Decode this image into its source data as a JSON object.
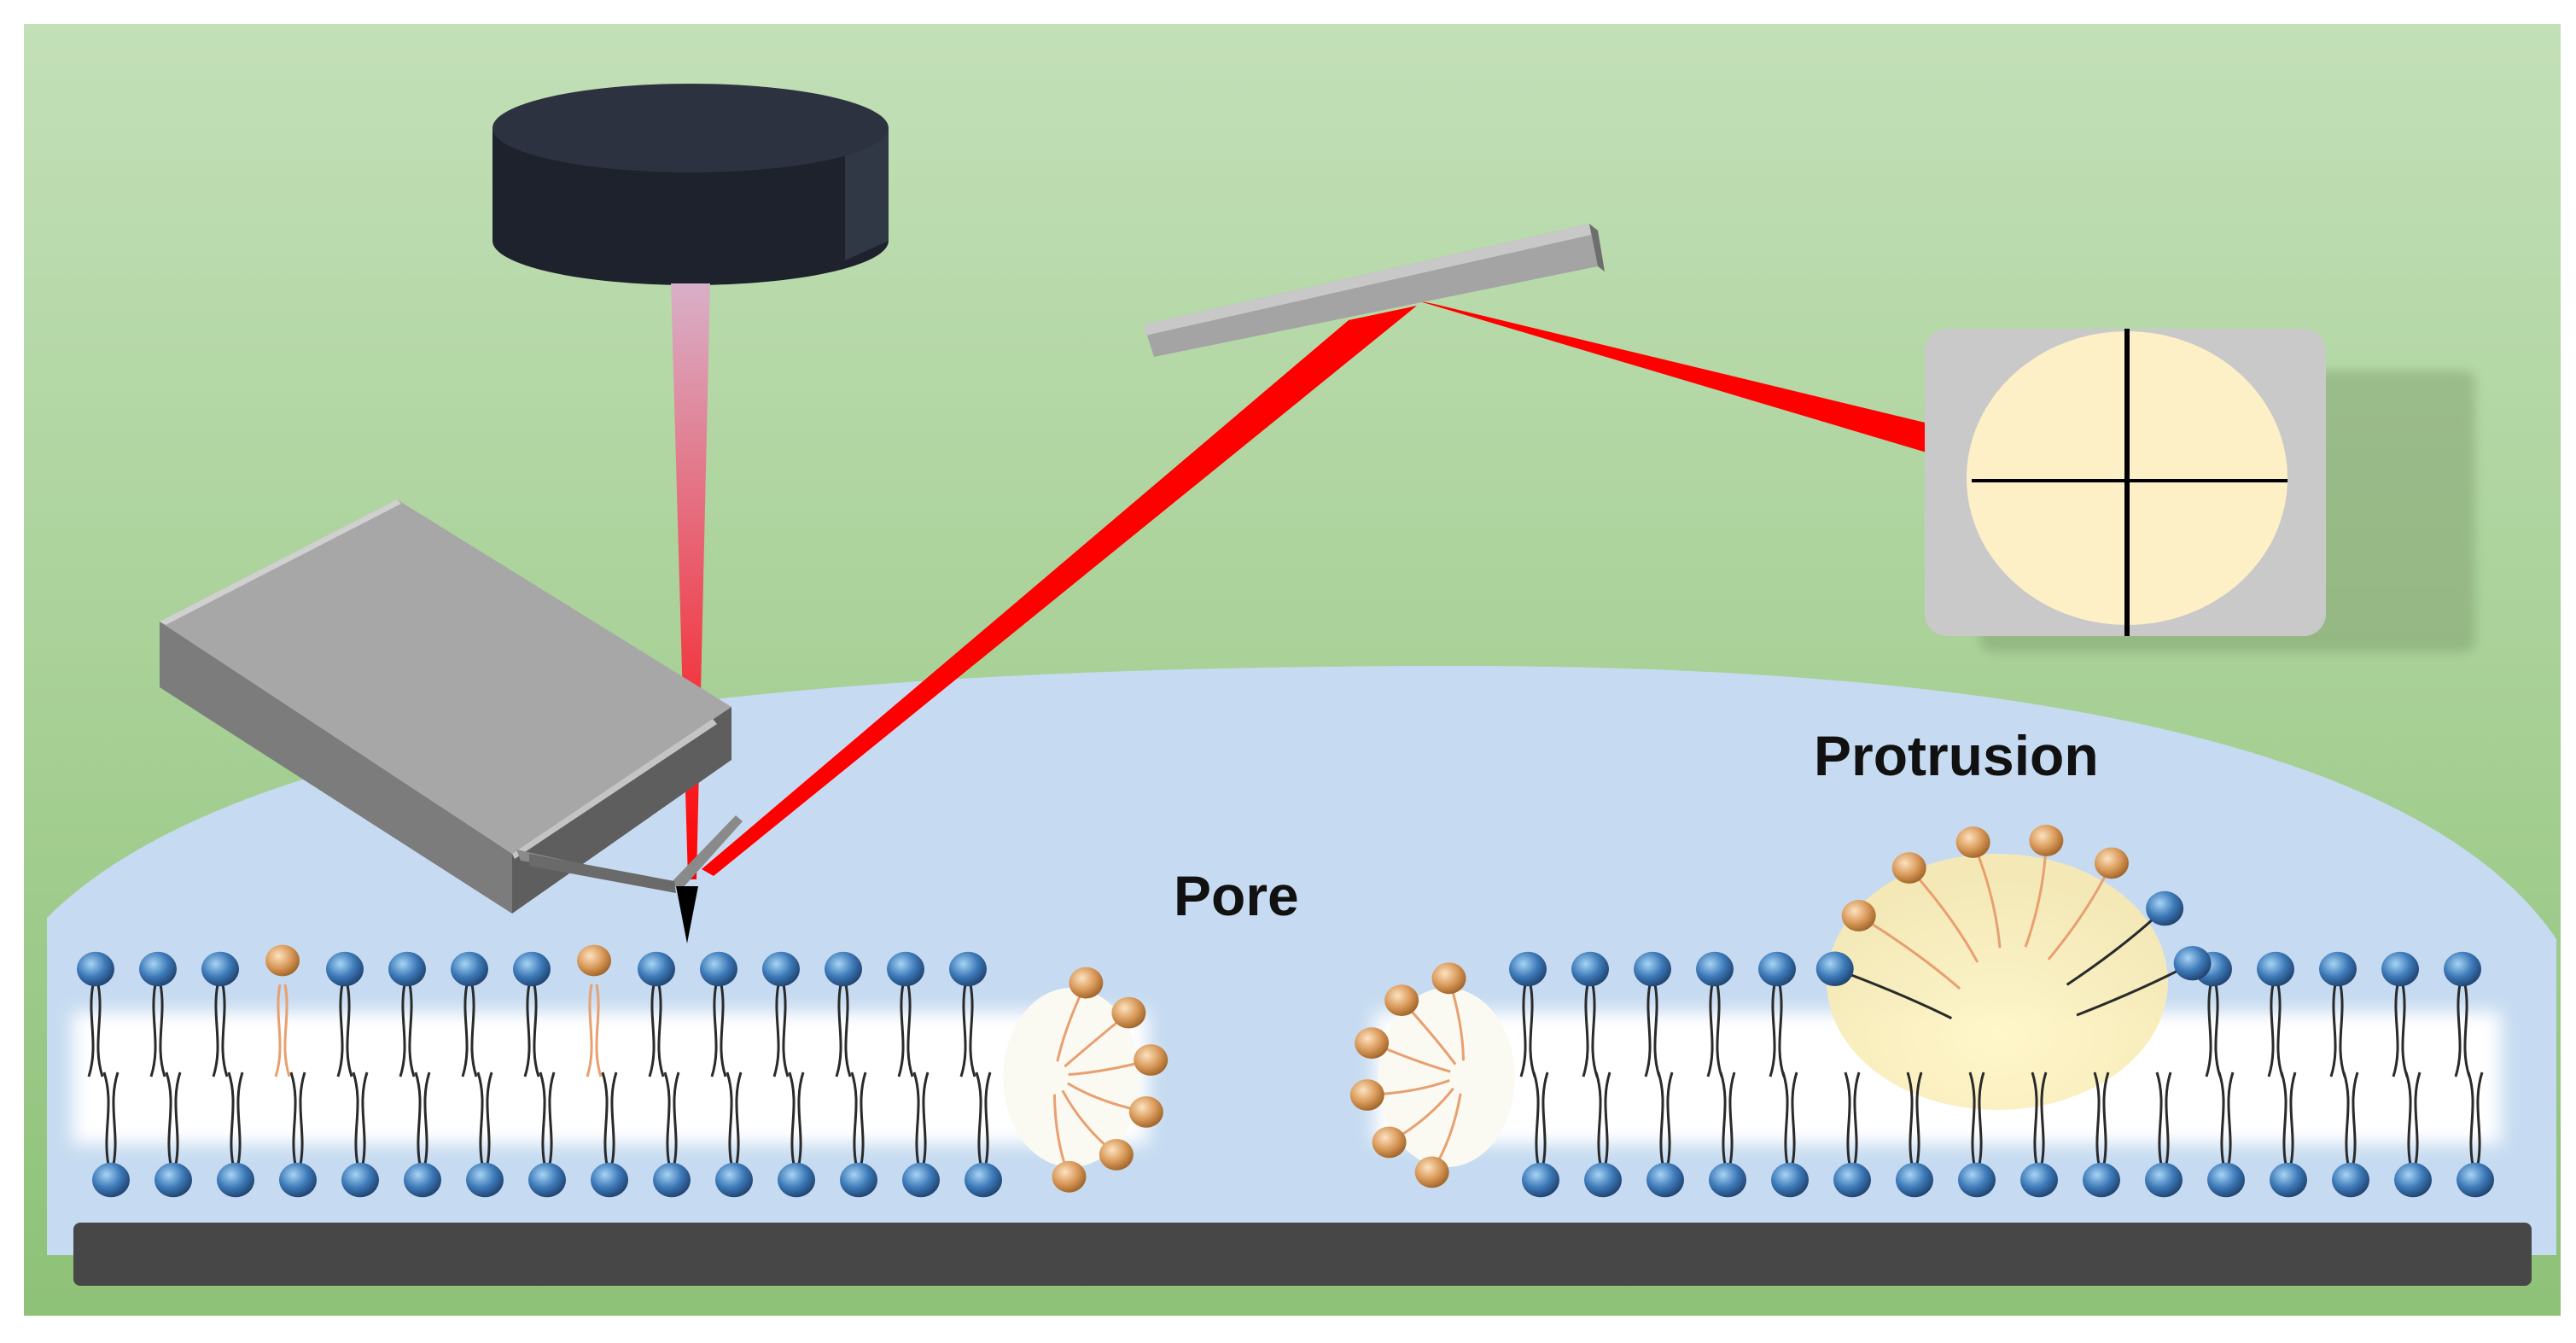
{
  "labels": {
    "pore": "Pore",
    "protrusion": "Protrusion"
  },
  "colors": {
    "background_top": "#bcdcb0",
    "background_bottom": "#92c37b",
    "liquid": "#c5daf0",
    "substrate": "#4a4a4a",
    "laser": "#ff0000",
    "objective": "#1f2430",
    "holder": "#9a9a9a",
    "mirror": "#a6a6a6",
    "detector_frame": "#c8c8c8",
    "detector_face": "#fdf0c6",
    "lipid_head_normal": "#3d79b8",
    "lipid_head_modified": "#d4904a",
    "lipid_tail_normal": "#2a2a2a",
    "lipid_tail_modified": "#e8a070"
  },
  "components": {
    "objective": "objective-lens",
    "holder": "afm-cantilever-holder",
    "tip": "afm-tip",
    "mirror": "mirror",
    "detector": "photodetector",
    "bilayer": "supported-lipid-bilayer",
    "substrate": "substrate"
  }
}
